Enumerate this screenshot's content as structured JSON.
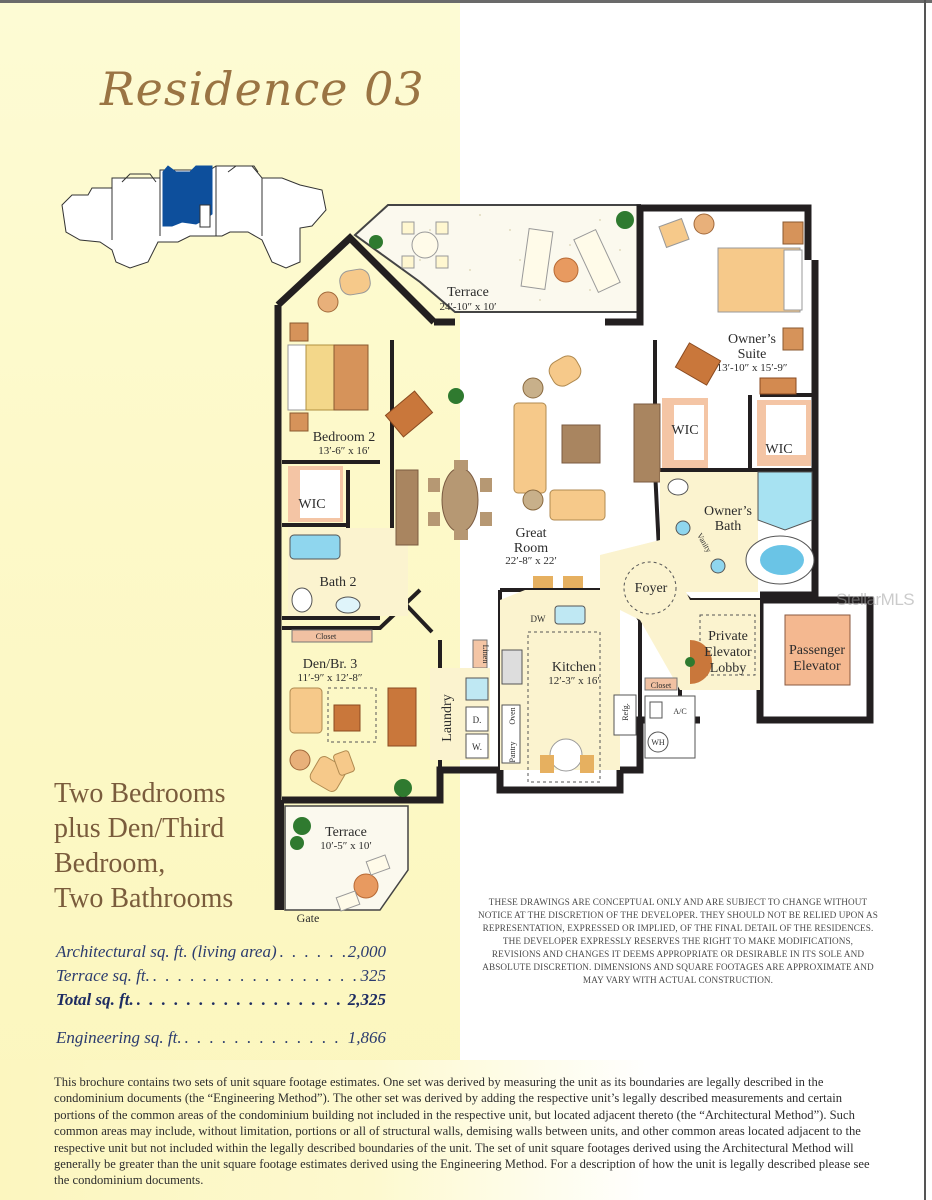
{
  "title": "Residence 03",
  "summary": {
    "lines": [
      "Two Bedrooms",
      "plus Den/Third",
      "Bedroom,",
      "Two Bathrooms"
    ]
  },
  "colors": {
    "background_yellow": "#fdf9c9",
    "title_gold": "#9a7443",
    "summary_brown": "#7a5c3c",
    "sqft_navy": "#2b3b6e",
    "key_plan_highlight": "#0d4f9c",
    "wall": "#231f20",
    "furniture_tan": "#f6c98a",
    "wood": "#c9773b",
    "tile": "#fbf3cf",
    "water": "#8fd6ee",
    "closet_fill": "#f1c1a2"
  },
  "sqft": {
    "architectural": {
      "label": "Architectural sq. ft. (living area)",
      "value": "2,000"
    },
    "terrace": {
      "label": "Terrace sq. ft.",
      "value": "325"
    },
    "total": {
      "label": "Total sq. ft.",
      "value": "2,325"
    },
    "engineering": {
      "label": "Engineering sq. ft.",
      "value": "1,866"
    }
  },
  "disclaimer": "These drawings are conceptual only and are subject to change without notice at the discretion of the developer. They should not be relied upon as representation, expressed or implied, of the final detail of the residences. The developer expressly reserves the right to make modifications, revisions and changes it deems appropriate or desirable in its sole and absolute discretion. Dimensions and square footages are approximate and may vary with actual construction.",
  "footnote": "This brochure contains two sets of unit square footage estimates. One set was derived by measuring the unit as its boundaries are legally described in the condominium documents (the “Engineering Method”). The other set was derived by adding the respective unit’s legally described measurements and certain portions of the common areas of the condominium building not included in the respective unit, but located adjacent thereto (the “Architectural Method”). Such common areas may include, without limitation, portions or all of structural walls, demising walls between units, and other common areas located adjacent to the respective unit but not included within the legally described boundaries of the unit. The set of unit square footages derived using the Architectural Method will generally be greater than the unit square footage estimates derived using the Engineering Method. For a description of how the unit is legally described please see the condominium documents.",
  "watermark": "StellarMLS",
  "rooms": {
    "terrace_main": {
      "name": "Terrace",
      "dims": "24′-10″ x 10′"
    },
    "owners_suite": {
      "name1": "Owner’s",
      "name2": "Suite",
      "dims": "13′-10″ x 15′-9″"
    },
    "bedroom2": {
      "name": "Bedroom 2",
      "dims": "13′-6″ x 16′"
    },
    "great_room": {
      "name1": "Great",
      "name2": "Room",
      "dims": "22′-8″ x 22′"
    },
    "wic_left": "WIC",
    "wic_suite_left": "WIC",
    "wic_suite_right": "WIC",
    "bath2": "Bath 2",
    "owners_bath": {
      "name1": "Owner’s",
      "name2": "Bath"
    },
    "vanity": "Vanity",
    "foyer": "Foyer",
    "private_elevator_lobby": {
      "l1": "Private",
      "l2": "Elevator",
      "l3": "Lobby"
    },
    "passenger_elevator": {
      "l1": "Passenger",
      "l2": "Elevator"
    },
    "kitchen": {
      "name": "Kitchen",
      "dims": "12′-3″ x 16′"
    },
    "dw": "DW",
    "linen": "Linen",
    "laundry": "Laundry",
    "dryer": "D.",
    "washer": "W.",
    "pantry": "Pantry",
    "oven": "Oven",
    "refg": "Refg.",
    "closet_den": "Closet",
    "closet_lobby": "Closet",
    "ac": "A/C",
    "wh": "WH",
    "den": {
      "name": "Den/Br. 3",
      "dims": "11′-9″ x 12′-8″"
    },
    "terrace_den": {
      "name": "Terrace",
      "dims": "10′-5″ x 10′"
    },
    "gate": "Gate"
  }
}
